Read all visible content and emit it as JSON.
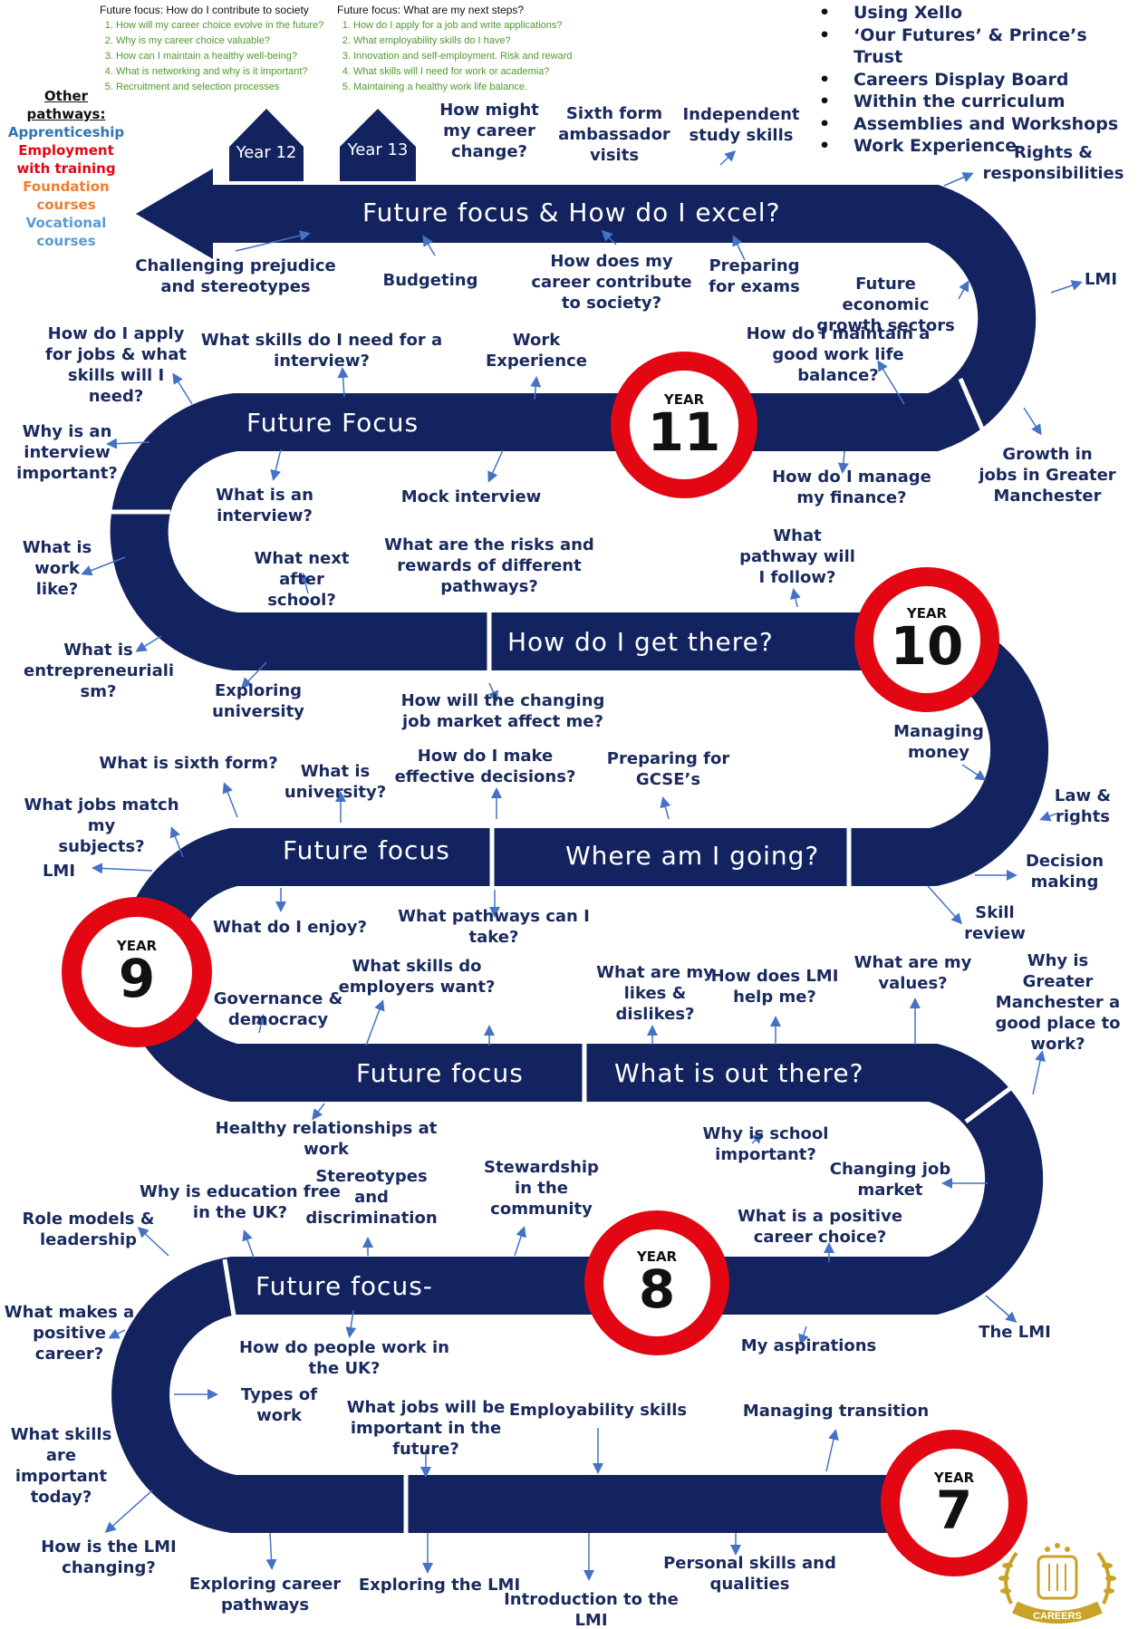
{
  "notes": [
    {
      "title": "Future focus: How do I contribute to society",
      "items": [
        "How will my career choice evolve in the future?",
        "Why is my career choice valuable?",
        "How can I maintain a healthy well-being?",
        "What is networking and why is it important?",
        "Recruitment and selection processes"
      ]
    },
    {
      "title": "Future focus: What are my next steps?",
      "items": [
        "How do I apply for a job and write applications?",
        "What employability skills do I have?",
        "Innovation and self-employment. Risk and reward",
        "What skills will I need for work or academia?",
        "Maintaining a healthy work life balance."
      ]
    }
  ],
  "initiatives": [
    "Using Xello",
    "‘Our Futures’ & Prince’s Trust",
    "Careers Display Board",
    "Within the curriculum",
    "Assemblies and Workshops",
    "Work Experience"
  ],
  "pathways": {
    "heading": "Other pathways:",
    "items": [
      {
        "text": "Apprenticeship",
        "color": "#2e75b6"
      },
      {
        "text": "Employment with training",
        "color": "#e30613"
      },
      {
        "text": "Foundation courses",
        "color": "#ed7d31"
      },
      {
        "text": "Vocational courses",
        "color": "#5b9bd5"
      }
    ]
  },
  "posts": {
    "y12": "Year\n12",
    "y13": "Year\n13"
  },
  "bands": {
    "b1": "Future focus &  How do I excel?",
    "b2": "Future Focus",
    "b3": "How do I get there?",
    "b4a": "Future focus",
    "b4b": "Where am I going?",
    "b5a": "Future focus",
    "b5b": "What is out there?",
    "b6": "Future focus-"
  },
  "badges": {
    "label": "YEAR",
    "y11": "11",
    "y10": "10",
    "y9": "9",
    "y8": "8",
    "y7": "7"
  },
  "topics": {
    "t1": "How might\nmy career\nchange?",
    "t2": "Sixth form\nambassador\nvisits",
    "t3": "Independent\nstudy skills",
    "t4": "Rights &\nresponsibilities",
    "t5": "Challenging prejudice\nand stereotypes",
    "t6": "Budgeting",
    "t7": "How does my\ncareer contribute\nto society?",
    "t8": "Preparing\nfor exams",
    "t9": "Future economic\ngrowth sectors",
    "t10": "LMI",
    "t11": "How do I apply\nfor jobs & what\nskills will I\nneed?",
    "t12": "What skills do I need for a\ninterview?",
    "t13": "Work\nExperience",
    "t14": "How do I maintain a\ngood work life\nbalance?",
    "t15": "Why is an\ninterview\nimportant?",
    "t16": "What is an\ninterview?",
    "t17": "Mock interview",
    "t18": "How do I manage\nmy finance?",
    "t19": "Growth in\njobs in Greater\nManchester",
    "t20": "What is\nwork\nlike?",
    "t21": "What next\nafter school?",
    "t22": "What are the risks and\nrewards of different\npathways?",
    "t23": "What\npathway will\nI follow?",
    "t24": "What is\nentrepreneuriali\nsm?",
    "t25": "Exploring\nuniversity",
    "t26": "How will the changing\njob market affect me?",
    "t27": "Managing\nmoney",
    "t28": "What is sixth form?",
    "t29": "What is\nuniversity?",
    "t30": "How do I make\neffective decisions?",
    "t31": "Preparing for\nGCSE’s",
    "t32": "What jobs match my\nsubjects?",
    "t33": "Law &\nrights",
    "t34": "LMI",
    "t35": "Decision\nmaking",
    "t36": "What do I enjoy?",
    "t37": "What pathways can I\ntake?",
    "t38": "Skill\nreview",
    "t39": "What skills do\nemployers want?",
    "t40": "What are my\nlikes &\ndislikes?",
    "t41": "How does LMI\nhelp me?",
    "t42": "What are my\nvalues?",
    "t43": "Why is\nGreater\nManchester a\ngood place to\nwork?",
    "t44": "Governance &\ndemocracy",
    "t45": "Healthy relationships at\nwork",
    "t46": "Why is school\nimportant?",
    "t47": "Stereotypes\nand\ndiscrimination",
    "t48": "Stewardship\nin the\ncommunity",
    "t49": "Changing job\nmarket",
    "t50": "Why is education free\nin the UK?",
    "t51": "What is a positive\ncareer choice?",
    "t52": "Role models &\nleadership",
    "t53": "What makes a\npositive\ncareer?",
    "t54": "How do people work in\nthe UK?",
    "t55": "My aspirations",
    "t56": "The LMI",
    "t57": "Types of work",
    "t58": "What skills\nare important\ntoday?",
    "t59": "What jobs will be\nimportant in the\nfuture?",
    "t60": "Employability skills",
    "t61": "Managing transition",
    "t62": "How is the LMI\nchanging?",
    "t63": "Exploring career\npathways",
    "t64": "Exploring the LMI",
    "t65": "Introduction to the\nLMI",
    "t66": "Personal skills and\nqualities"
  },
  "logo_text": "CAREERS",
  "colors": {
    "road": "#13235f",
    "badge": "#e30613",
    "text": "#1a2a5e",
    "arrow": "#4472c4",
    "notes_green": "#4e9a2a"
  }
}
